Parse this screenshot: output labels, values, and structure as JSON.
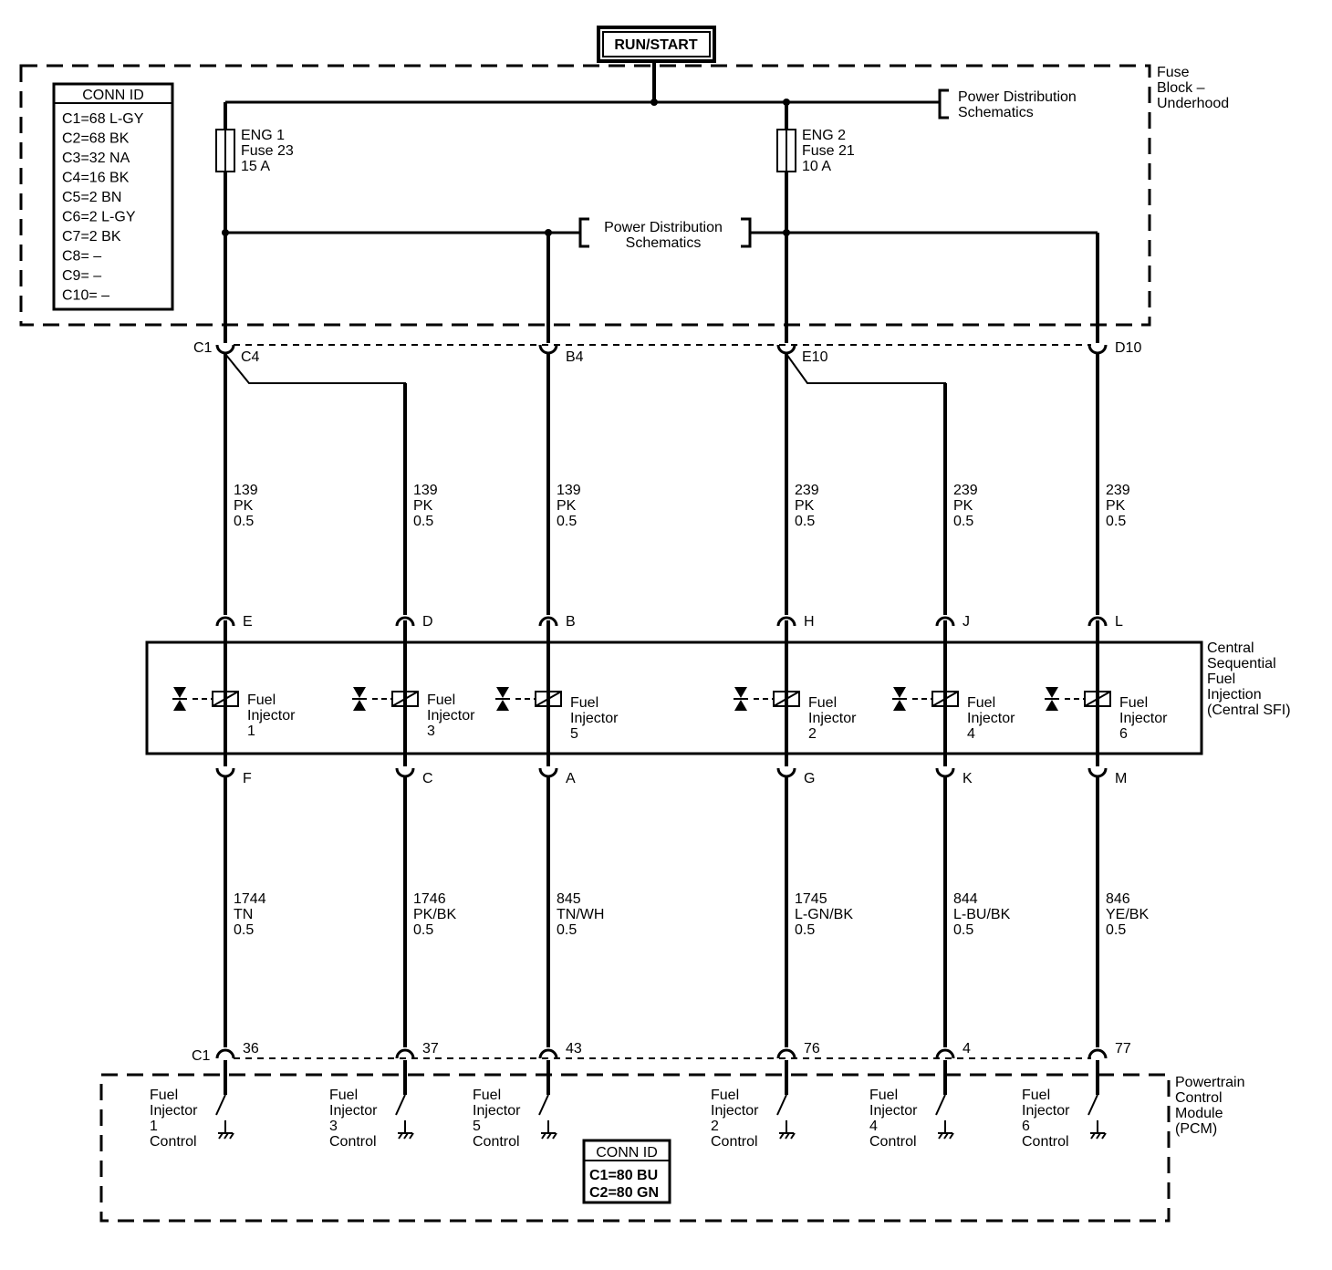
{
  "power_source": "RUN/START",
  "fuse_block": {
    "name_lines": [
      "Fuse",
      "Block –",
      "Underhood"
    ],
    "conn_id_title": "CONN ID",
    "conn_ids": [
      "C1=68 L-GY",
      "C2=68 BK",
      "C3=32 NA",
      "C4=16 BK",
      "C5=2 BN",
      "C6=2 L-GY",
      "C7=2 BK",
      "C8= –",
      "C9= –",
      "C10= –"
    ],
    "fuses": [
      {
        "lines": [
          "ENG 1",
          "Fuse 23",
          "15 A"
        ]
      },
      {
        "lines": [
          "ENG 2",
          "Fuse 21",
          "10 A"
        ]
      }
    ],
    "power_dist_ref_1": [
      "Power Distribution",
      "Schematics"
    ],
    "power_dist_ref_2": [
      "Power Distribution",
      "Schematics"
    ],
    "terminals": {
      "c1": "C1",
      "c4": "C4",
      "b4": "B4",
      "e10": "E10",
      "d10": "D10"
    }
  },
  "power_wires": [
    {
      "circuit": "139",
      "color": "PK",
      "size": "0.5"
    },
    {
      "circuit": "139",
      "color": "PK",
      "size": "0.5"
    },
    {
      "circuit": "139",
      "color": "PK",
      "size": "0.5"
    },
    {
      "circuit": "239",
      "color": "PK",
      "size": "0.5"
    },
    {
      "circuit": "239",
      "color": "PK",
      "size": "0.5"
    },
    {
      "circuit": "239",
      "color": "PK",
      "size": "0.5"
    }
  ],
  "sfi": {
    "name_lines": [
      "Central",
      "Sequential",
      "Fuel",
      "Injection",
      "(Central SFI)"
    ],
    "injectors": [
      {
        "top_pin": "E",
        "bottom_pin": "F",
        "lines": [
          "Fuel",
          "Injector",
          "1"
        ]
      },
      {
        "top_pin": "D",
        "bottom_pin": "C",
        "lines": [
          "Fuel",
          "Injector",
          "3"
        ]
      },
      {
        "top_pin": "B",
        "bottom_pin": "A",
        "lines": [
          "Fuel",
          "Injector",
          "5"
        ]
      },
      {
        "top_pin": "H",
        "bottom_pin": "G",
        "lines": [
          "Fuel",
          "Injector",
          "2"
        ]
      },
      {
        "top_pin": "J",
        "bottom_pin": "K",
        "lines": [
          "Fuel",
          "Injector",
          "4"
        ]
      },
      {
        "top_pin": "L",
        "bottom_pin": "M",
        "lines": [
          "Fuel",
          "Injector",
          "6"
        ]
      }
    ]
  },
  "control_wires": [
    {
      "circuit": "1744",
      "color": "TN",
      "size": "0.5"
    },
    {
      "circuit": "1746",
      "color": "PK/BK",
      "size": "0.5"
    },
    {
      "circuit": "845",
      "color": "TN/WH",
      "size": "0.5"
    },
    {
      "circuit": "1745",
      "color": "L-GN/BK",
      "size": "0.5"
    },
    {
      "circuit": "844",
      "color": "L-BU/BK",
      "size": "0.5"
    },
    {
      "circuit": "846",
      "color": "YE/BK",
      "size": "0.5"
    }
  ],
  "pcm": {
    "name_lines": [
      "Powertrain",
      "Control",
      "Module",
      "(PCM)"
    ],
    "connector": "C1",
    "pins": [
      "36",
      "37",
      "43",
      "76",
      "4",
      "77"
    ],
    "controls": [
      {
        "lines": [
          "Fuel",
          "Injector",
          "1",
          "Control"
        ]
      },
      {
        "lines": [
          "Fuel",
          "Injector",
          "3",
          "Control"
        ]
      },
      {
        "lines": [
          "Fuel",
          "Injector",
          "5",
          "Control"
        ]
      },
      {
        "lines": [
          "Fuel",
          "Injector",
          "2",
          "Control"
        ]
      },
      {
        "lines": [
          "Fuel",
          "Injector",
          "4",
          "Control"
        ]
      },
      {
        "lines": [
          "Fuel",
          "Injector",
          "6",
          "Control"
        ]
      }
    ],
    "conn_id_title": "CONN ID",
    "conn_ids": [
      "C1=80 BU",
      "C2=80 GN"
    ]
  }
}
